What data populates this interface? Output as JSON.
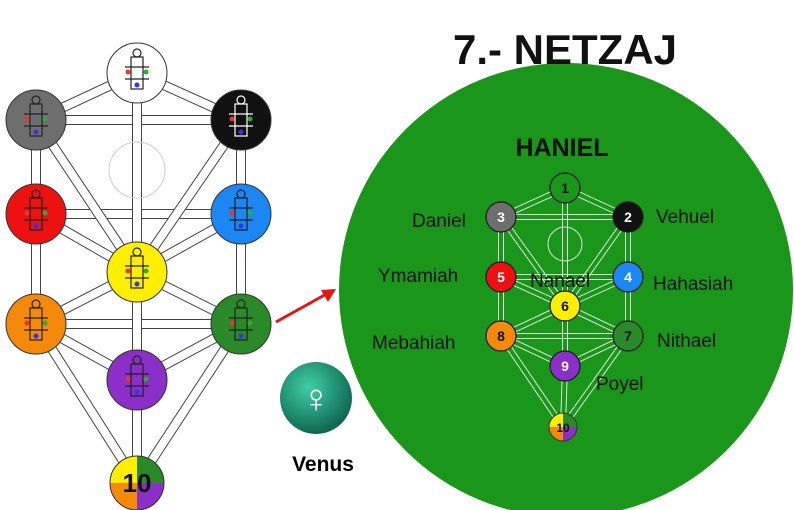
{
  "title": "7.- NETZAJ",
  "angel": "HANIEL",
  "planet": {
    "symbol": "♀",
    "label": "Venus"
  },
  "colors": {
    "kether": "#ffffff",
    "chokmah": "#111111",
    "binah": "#6e6e6e",
    "chesed": "#1c86f2",
    "geburah": "#ee1111",
    "tiphareth": "#ffee00",
    "netzach": "#2a8a2a",
    "hod": "#f58a0a",
    "yesod": "#8a2fc8",
    "malkuth_a": "#ffee00",
    "malkuth_b": "#2a8a2a",
    "malkuth_c": "#8a2fc8",
    "malkuth_d": "#f58a0a",
    "big_circle": "#1a961a",
    "arrow": "#ee1111",
    "venus_outer": "#0c5f4a",
    "venus_inner": "#3fd0a6"
  },
  "left_tree": {
    "malkuth_label": "10"
  },
  "right_tree": {
    "spheres": [
      {
        "num": "1",
        "name": ""
      },
      {
        "num": "2",
        "name": "Vehuel"
      },
      {
        "num": "3",
        "name": "Daniel"
      },
      {
        "num": "4",
        "name": "Hahasiah"
      },
      {
        "num": "5",
        "name": "Ymamiah"
      },
      {
        "num": "6",
        "name": "Nanael"
      },
      {
        "num": "7",
        "name": "Nithael"
      },
      {
        "num": "8",
        "name": "Mebahiah"
      },
      {
        "num": "9",
        "name": "Poyel"
      },
      {
        "num": "10",
        "name": ""
      }
    ]
  }
}
